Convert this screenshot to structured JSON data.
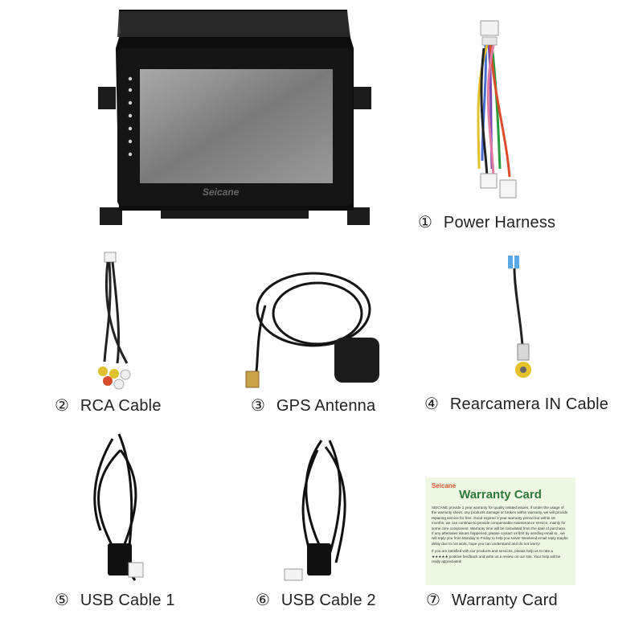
{
  "head_unit": {
    "brand_mark": "Seicane"
  },
  "items": [
    {
      "number": "①",
      "label": "Power Harness"
    },
    {
      "number": "②",
      "label": "RCA Cable"
    },
    {
      "number": "③",
      "label": "GPS Antenna"
    },
    {
      "number": "④",
      "label": "Rearcamera IN Cable"
    },
    {
      "number": "⑤",
      "label": "USB Cable 1"
    },
    {
      "number": "⑥",
      "label": "USB Cable 2"
    },
    {
      "number": "⑦",
      "label": "Warranty Card"
    }
  ],
  "warranty_card": {
    "brand": "Seicane",
    "title": "Warranty Card",
    "body": "SEICANE provide 1 year warranty for quality related issues, if under the usage of the warranty sheet, any products damage or broken within warranty, we will provide repairing service for free. Good expired 1 year warranty period but within 18 months, we can continue to provide compensable maintenance service, mainly for some core component. Warranty time will be calculated from the date of purchase. If any aftersales issues happened, please contact us first by sending email to , we will reply you from Monday to Friday to help you solve! Weekend email reply maybe delay due to not work, hope you can understand and do not worry!",
    "footer": "If you are satisfied with our products and services, please help us to rate a ★★★★★ positive feedback and write us a review on our site. Your help will be really appreciated!"
  }
}
